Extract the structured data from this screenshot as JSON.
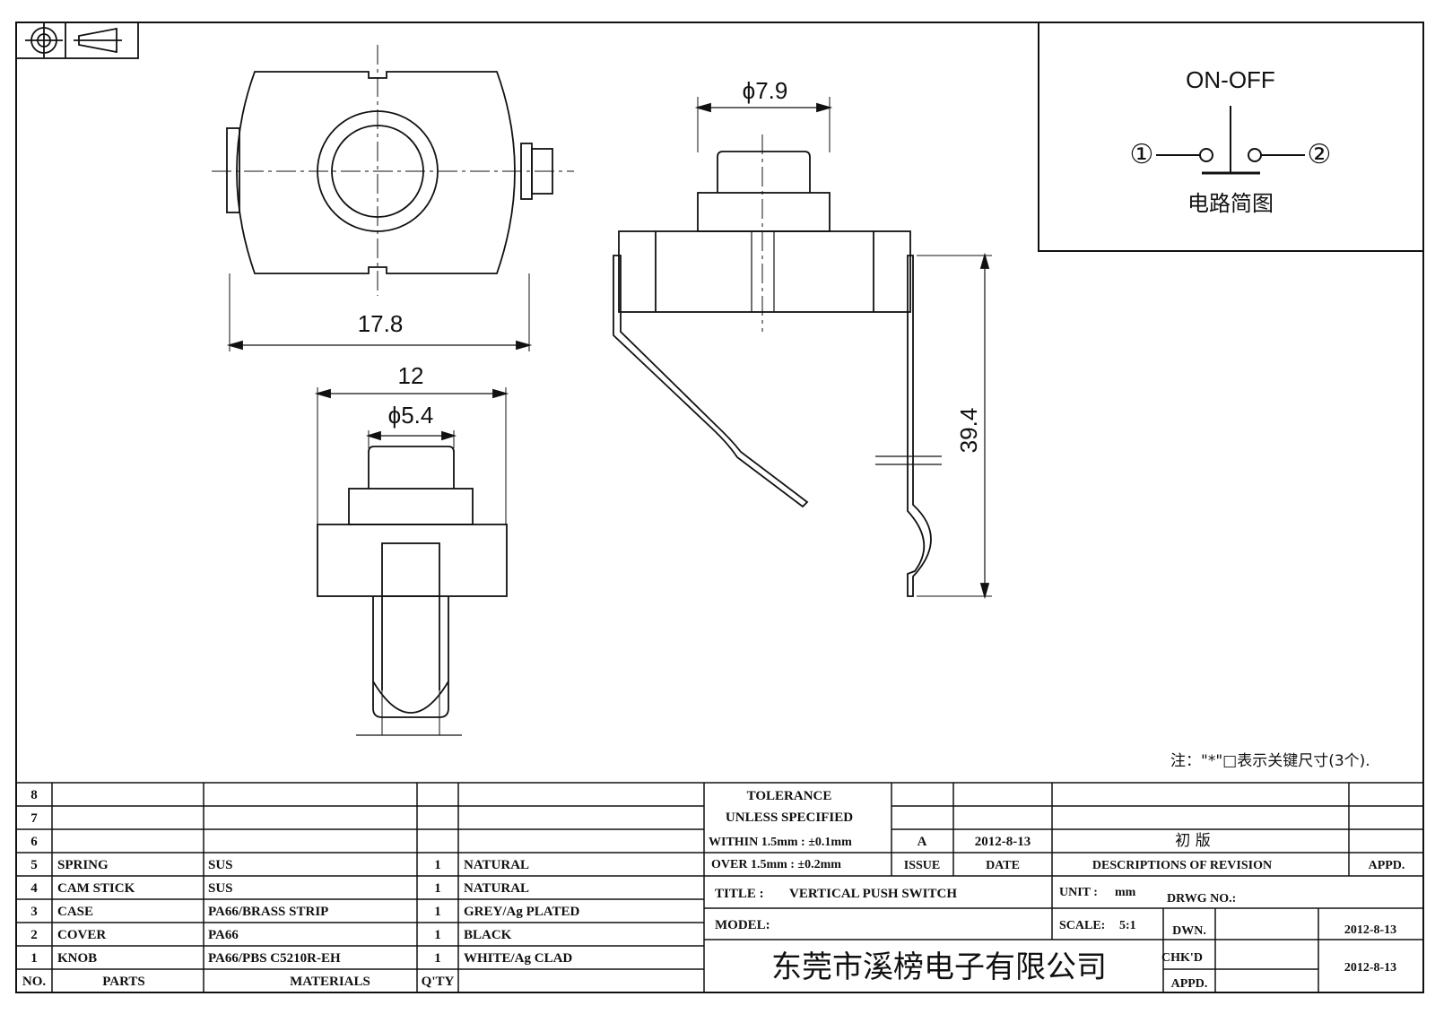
{
  "dimensions": {
    "width": "17.8",
    "diam_top": "ϕ7.9",
    "width_bottom": "12",
    "diam_bottom": "ϕ5.4",
    "height": "39.4"
  },
  "circuit": {
    "title": "ON-OFF",
    "terminal1": "①",
    "terminal2": "②",
    "caption": "电路简图"
  },
  "note": "注：\"*\"□表示关键尺寸(3个).",
  "parts": {
    "rows": [
      {
        "no": "8",
        "part": "",
        "material": "",
        "qty": "",
        "finish": ""
      },
      {
        "no": "7",
        "part": "",
        "material": "",
        "qty": "",
        "finish": ""
      },
      {
        "no": "6",
        "part": "",
        "material": "",
        "qty": "",
        "finish": ""
      },
      {
        "no": "5",
        "part": "SPRING",
        "material": "SUS",
        "qty": "1",
        "finish": "NATURAL"
      },
      {
        "no": "4",
        "part": "CAM STICK",
        "material": "SUS",
        "qty": "1",
        "finish": "NATURAL"
      },
      {
        "no": "3",
        "part": "CASE",
        "material": "PA66/BRASS STRIP",
        "qty": "1",
        "finish": "GREY/Ag PLATED"
      },
      {
        "no": "2",
        "part": "COVER",
        "material": "PA66",
        "qty": "1",
        "finish": "BLACK"
      },
      {
        "no": "1",
        "part": "KNOB",
        "material": "PA66/PBS C5210R-EH",
        "qty": "1",
        "finish": "WHITE/Ag CLAD"
      }
    ],
    "header": {
      "no": "NO.",
      "part": "PARTS",
      "material": "MATERIALS",
      "qty": "Q'TY"
    }
  },
  "tolerance": {
    "line1": "TOLERANCE",
    "line2": "UNLESS  SPECIFIED",
    "line3": "WITHIN 1.5mm : ±0.1mm",
    "line4": "OVER 1.5mm : ±0.2mm"
  },
  "revision": {
    "issue_value": "A",
    "date_value": "2012-8-13",
    "description_value": "初 版",
    "issue_label": "ISSUE",
    "date_label": "DATE",
    "description_label": "DESCRIPTIONS OF REVISION",
    "approved_label": "APPD."
  },
  "title_block": {
    "title_label": "TITLE :",
    "title_value": "VERTICAL PUSH SWITCH",
    "unit_label": "UNIT :",
    "unit_value": "mm",
    "drwg_label": "DRWG NO.:",
    "model_label": "MODEL:",
    "scale_label": "SCALE:",
    "scale_value": "5:1",
    "dwn_label": "DWN.",
    "dwn_date": "2012-8-13",
    "chk_label": "CHK'D",
    "chk_date": "2012-8-13",
    "appd_label": "APPD.",
    "company": "东莞市溪榜电子有限公司"
  }
}
